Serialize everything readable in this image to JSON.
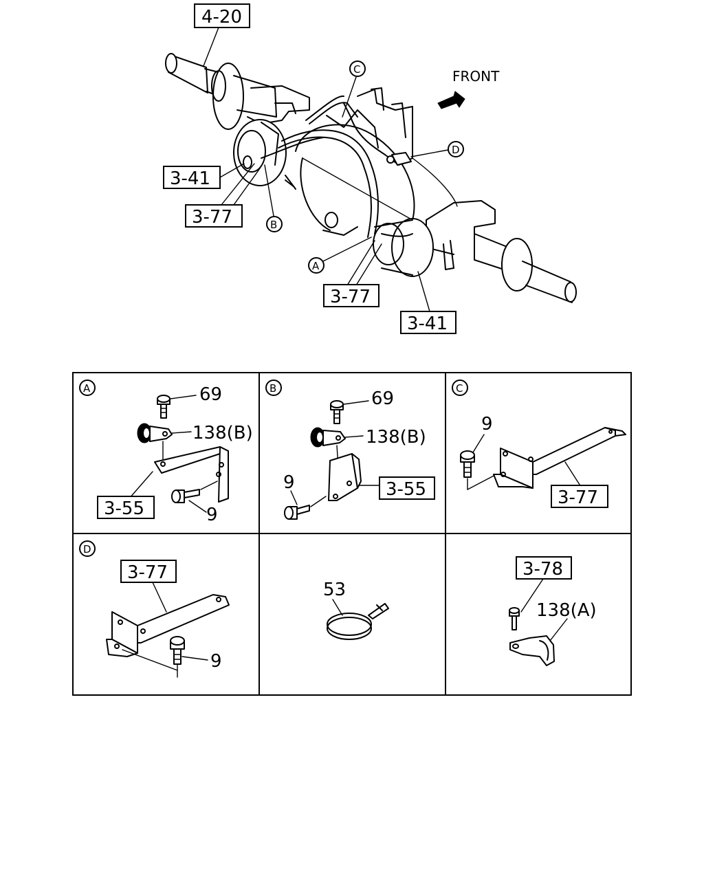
{
  "main_view": {
    "front_label": "FRONT",
    "ref_4_20": "4-20",
    "ref_3_41_left": "3-41",
    "ref_3_77_left": "3-77",
    "ref_3_77_bottom": "3-77",
    "ref_3_41_bottom": "3-41",
    "callout_a": "A",
    "callout_b": "B",
    "callout_c": "C",
    "callout_d": "D"
  },
  "panels": {
    "a": {
      "letter": "A",
      "part_69": "69",
      "part_138b": "138(B)",
      "ref_3_55": "3-55",
      "part_9": "9"
    },
    "b": {
      "letter": "B",
      "part_69": "69",
      "part_138b": "138(B)",
      "part_9": "9",
      "ref_3_55": "3-55"
    },
    "c": {
      "letter": "C",
      "part_9": "9",
      "ref_3_77": "3-77"
    },
    "d": {
      "letter": "D",
      "ref_3_77": "3-77",
      "part_9": "9"
    },
    "e": {
      "part_53": "53"
    },
    "f": {
      "ref_3_78": "3-78",
      "part_138a": "138(A)"
    }
  }
}
